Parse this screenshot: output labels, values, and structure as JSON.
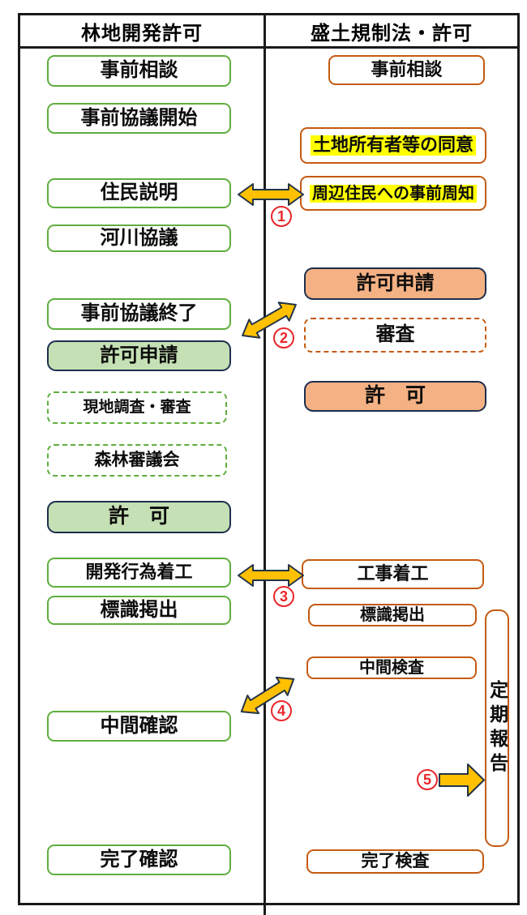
{
  "title_row": {
    "left_header": "林地開発許可",
    "right_header": "盛土規制法・許可"
  },
  "left_column": {
    "boxes": [
      {
        "label": "事前相談"
      },
      {
        "label": "事前協議開始"
      },
      {
        "label": "住民説明"
      },
      {
        "label": "河川協議"
      },
      {
        "label": "事前協議終了"
      },
      {
        "label": "許可申請"
      },
      {
        "label": "現地調査・審査"
      },
      {
        "label": "森林審議会"
      },
      {
        "label": "許　可"
      },
      {
        "label": "開発行為着工"
      },
      {
        "label": "標識掲出"
      },
      {
        "label": "中間確認"
      },
      {
        "label": "完了確認"
      }
    ]
  },
  "right_column": {
    "boxes": [
      {
        "label": "事前相談"
      },
      {
        "label": "土地所有者等の同意"
      },
      {
        "label": "周辺住民への事前周知"
      },
      {
        "label": "許可申請"
      },
      {
        "label": "審査"
      },
      {
        "label": "許　可"
      },
      {
        "label": "工事着工"
      },
      {
        "label": "標識掲出"
      },
      {
        "label": "中間検査"
      },
      {
        "label": "定期報告"
      },
      {
        "label": "完了検査"
      }
    ]
  },
  "connectors": [
    {
      "number": "1",
      "type": "double-arrow"
    },
    {
      "number": "2",
      "type": "double-arrow"
    },
    {
      "number": "3",
      "type": "double-arrow"
    },
    {
      "number": "4",
      "type": "double-arrow"
    },
    {
      "number": "5",
      "type": "single-arrow"
    }
  ],
  "colors": {
    "green_border": "#5fae3e",
    "green_fill": "#c5e0b4",
    "orange_border": "#c55a11",
    "orange_fill": "#f4b183",
    "filled_box_border": "#1d2f4e",
    "highlight_yellow": "#ffff00",
    "arrow_gold": "#ffc000",
    "number_red": "#e8262a",
    "frame_black": "#1a1a1a"
  }
}
